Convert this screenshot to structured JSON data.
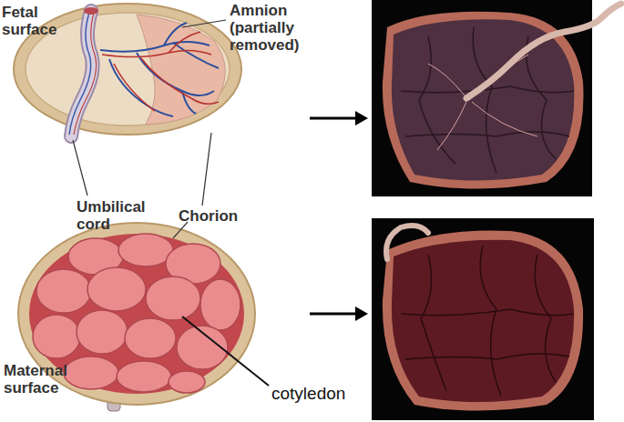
{
  "diagram": {
    "labels": [
      "Fetal surface",
      "Amnion (partially removed)",
      "Umbilical cord",
      "Chorion",
      "Maternal surface",
      "cotyledon"
    ]
  }
}
